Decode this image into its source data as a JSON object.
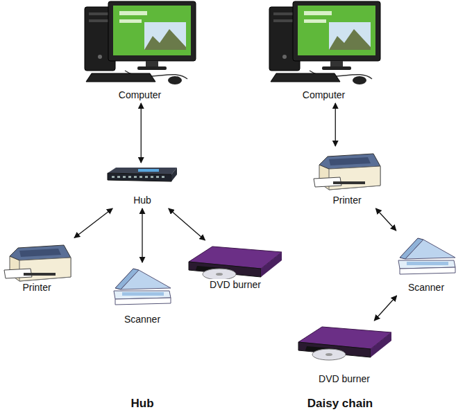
{
  "diagram": {
    "nodes": [
      {
        "text": [
          "Computer"
        ]
      },
      {
        "text": [
          "Hub"
        ]
      },
      {
        "text": [
          "Printer"
        ]
      },
      {
        "text": [
          "Scanner"
        ]
      },
      {
        "text": [
          "DVD burner"
        ]
      },
      {
        "text": [
          "Computer"
        ]
      },
      {
        "text": [
          "Printer"
        ]
      },
      {
        "text": [
          "Scanner"
        ]
      },
      {
        "text": [
          "DVD burner"
        ]
      }
    ],
    "edges": [
      {
        "from": 0,
        "to": 1,
        "arrow": "both"
      },
      {
        "from": 1,
        "to": 2,
        "arrow": "both"
      },
      {
        "from": 1,
        "to": 3,
        "arrow": "both"
      },
      {
        "from": 1,
        "to": 4,
        "arrow": "both"
      },
      {
        "from": 5,
        "to": 6,
        "arrow": "both"
      },
      {
        "from": 6,
        "to": 7,
        "arrow": "both"
      },
      {
        "from": 7,
        "to": 8,
        "arrow": "both"
      }
    ],
    "labels": [
      "Hub",
      "Daisy chain"
    ]
  }
}
